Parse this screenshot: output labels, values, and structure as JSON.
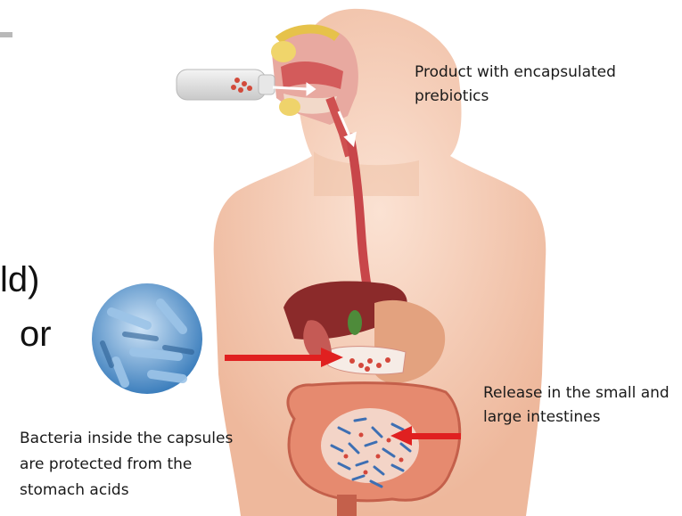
{
  "slide_fragments": {
    "fragment_1": "ld)",
    "fragment_2": "or"
  },
  "labels": {
    "product": "Product with encapsulated prebiotics",
    "release": "Release in the small and large intestines",
    "bacteria": "Bacteria inside the capsules are protected from the stomach acids"
  },
  "colors": {
    "arrow": "#e02020",
    "skin": "#f3c7ad",
    "organ_red": "#c8464a",
    "bacteria_blue": "#4a88c4"
  }
}
